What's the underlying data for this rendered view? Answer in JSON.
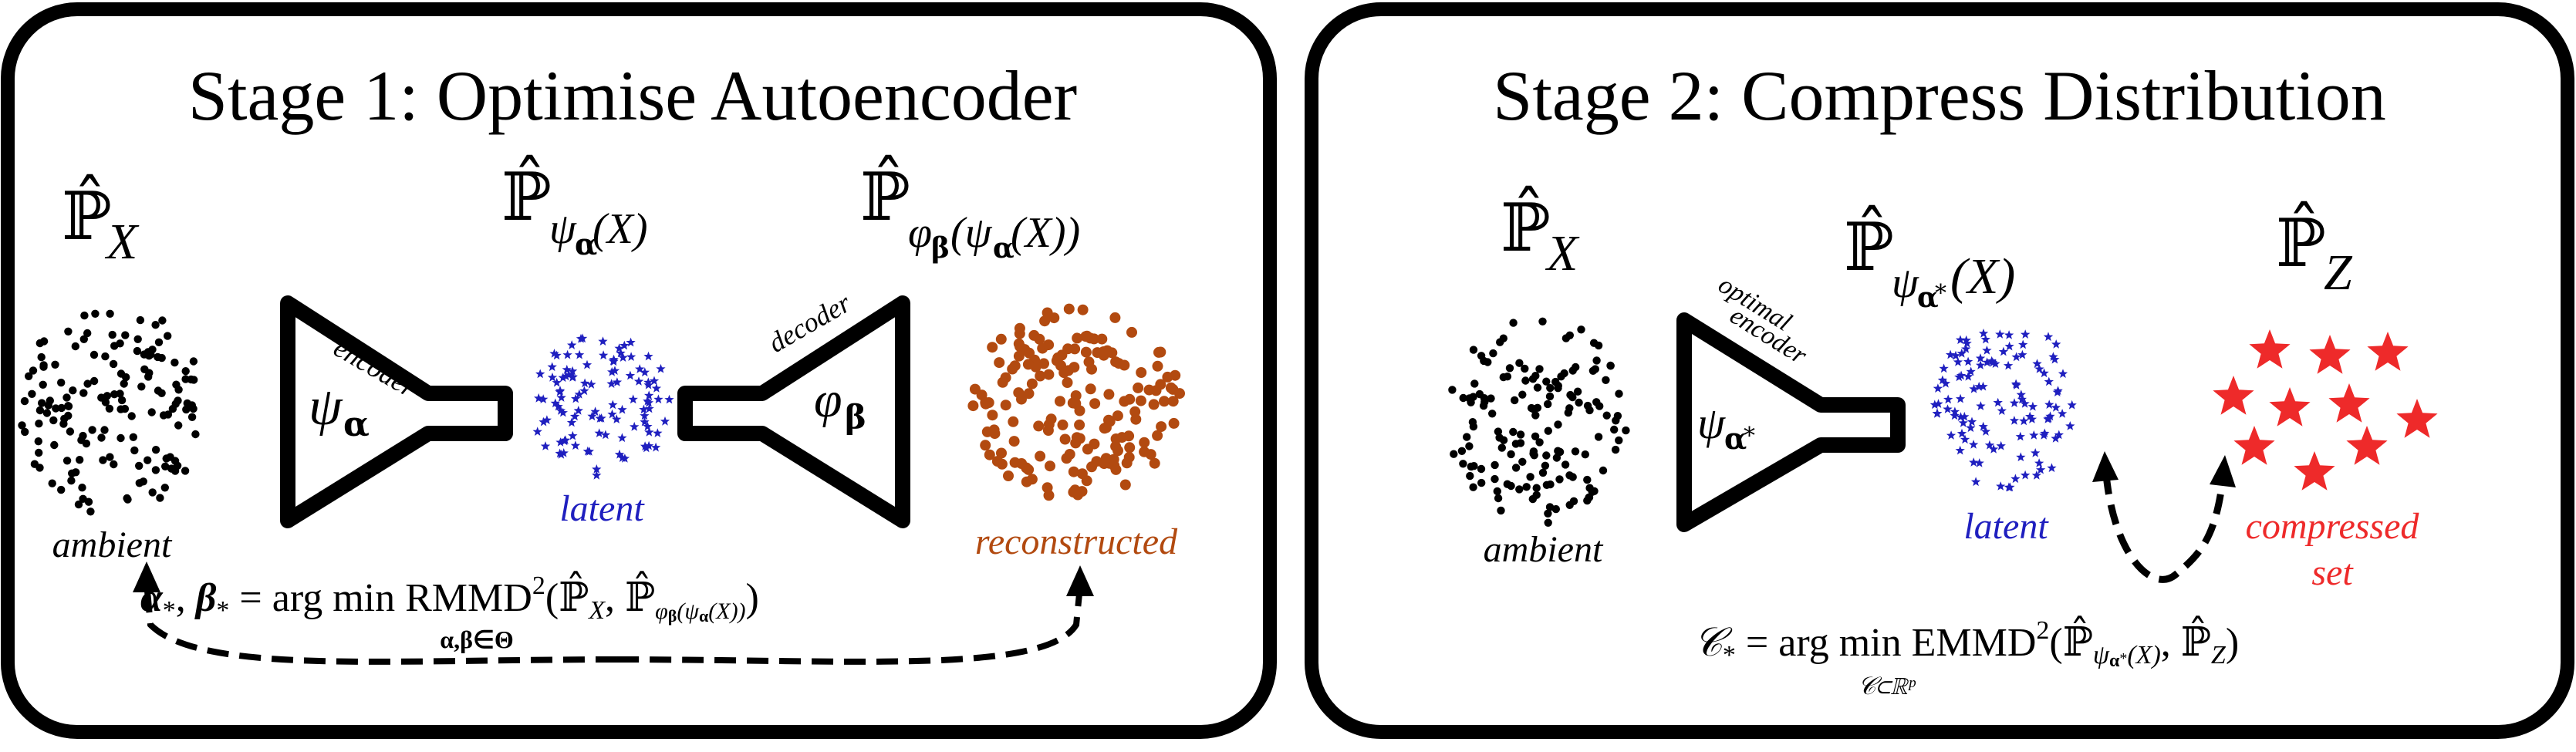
{
  "colors": {
    "ambient": "#000000",
    "latent": "#1f1fbf",
    "reconstructed": "#b24a10",
    "compressed": "#ee2a2a"
  },
  "stage1": {
    "title": "Stage 1: Optimise Autoencoder",
    "dist_ambient": "ℙ̂X",
    "dist_latent": "ℙ̂ψα(X)",
    "dist_reconstructed": "ℙ̂φβ(ψα(X))",
    "encoder_label": "encoder",
    "encoder_symbol": "ψα",
    "decoder_label": "decoder",
    "decoder_symbol": "φβ",
    "ambient_label": "ambient",
    "latent_label": "latent",
    "reconstructed_label": "reconstructed",
    "equation": "α*, β* = arg min RMMD²(ℙ̂X, ℙ̂φβ(ψα(X)))",
    "equation_subscript": "α,β∈Θ"
  },
  "stage2": {
    "title": "Stage 2: Compress Distribution",
    "dist_ambient": "ℙ̂X",
    "dist_latent": "ℙ̂ψα*(X)",
    "dist_compressed": "ℙ̂Z",
    "encoder_label_line1": "optimal",
    "encoder_label_line2": "encoder",
    "encoder_symbol": "ψα*",
    "ambient_label": "ambient",
    "latent_label": "latent",
    "compressed_label_line1": "compressed",
    "compressed_label_line2": "set",
    "equation": "𝒞* = arg min EMMD²(ℙ̂ψα*(X), ℙ̂Z)",
    "equation_subscript": "𝒞⊂ℝᵖ"
  }
}
